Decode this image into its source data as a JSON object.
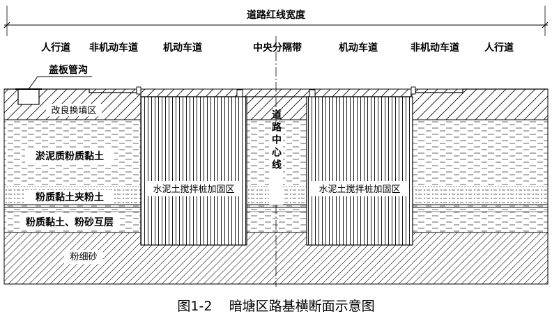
{
  "title": "道路红线宽度",
  "lanes": [
    "人行道",
    "非机动车道",
    "机动车道",
    "中央分隔带",
    "机动车道",
    "非机动车道",
    "人行道"
  ],
  "callout": "盖板管沟",
  "layers": {
    "fill": "改良换填区",
    "silty_clay": "淤泥质粉质黏土",
    "clay_with_silt": "粉质黏土夹粉土",
    "interbed": "粉质黏土、粉砂互层",
    "fine_sand": "粉细砂"
  },
  "pile_zone_label": "水泥土搅拌桩加固区",
  "centerline_label": "道路中心线",
  "caption": "图1-2    暗塘区路基横断面示意图",
  "colors": {
    "line": "#000000",
    "background": "#ffffff"
  }
}
